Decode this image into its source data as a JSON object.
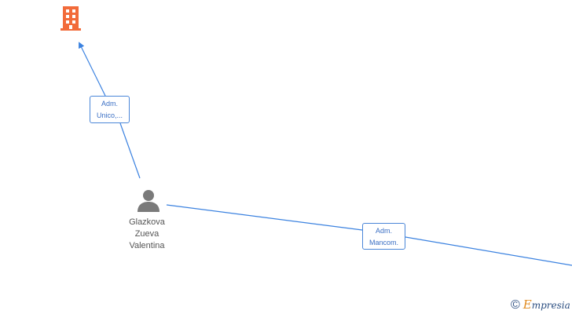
{
  "colors": {
    "edge": "#3b82e0",
    "building": "#f26b3a",
    "person": "#7a7a7a",
    "brand_accent": "#e08a1e",
    "brand_text": "#2a4d80"
  },
  "nodes": {
    "company": {
      "icon": "building-icon"
    },
    "person": {
      "icon": "person-icon",
      "name_lines": [
        "Glazkova",
        "Zueva",
        "Valentina"
      ]
    }
  },
  "edges": [
    {
      "label_lines": [
        "Adm.",
        "Unico,..."
      ]
    },
    {
      "label_lines": [
        "Adm.",
        "Mancom."
      ]
    }
  ],
  "footer": {
    "copyright_symbol": "©",
    "brand_first_letter": "E",
    "brand_rest": "mpresia"
  }
}
